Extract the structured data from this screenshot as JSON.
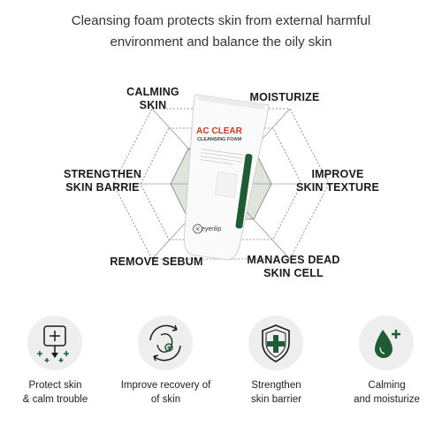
{
  "headline": {
    "line1": "Cleansing foam protects skin from external harmful",
    "line2": "environment and balance the oily skin"
  },
  "benefits": {
    "calming": [
      "CALMING",
      "SKIN"
    ],
    "moisturize": [
      "MOISTURIZE"
    ],
    "strengthen": [
      "STRENGTHEN",
      "SKIN BARRIE"
    ],
    "improve": [
      "IMPROVE",
      "SKIN TEXTURE"
    ],
    "sebum": [
      "REMOVE SEBUM"
    ],
    "dead": [
      "MANAGES DEAD",
      "SKIN CELL"
    ]
  },
  "product": {
    "brand": "AC CLEAR",
    "name": "CLEANSING FOAM",
    "logo": "eyenlip"
  },
  "features": [
    {
      "icon": "shield-plus-icon",
      "line1": "Protect skin",
      "line2": "& calm trouble"
    },
    {
      "icon": "face-recovery-icon",
      "line1": "Improve recovery of",
      "line2": "of skin"
    },
    {
      "icon": "shield-cross-icon",
      "line1": "Strengthen",
      "line2": "skin barrier"
    },
    {
      "icon": "droplet-plus-icon",
      "line1": "Calming",
      "line2": "and moisturize"
    }
  ],
  "colors": {
    "accent_green": "#1f5c36",
    "hex_fill": "#dfe5da",
    "hex_line": "#777777",
    "brand_red": "#c0392b",
    "icon_circle": "#eeeeee"
  }
}
